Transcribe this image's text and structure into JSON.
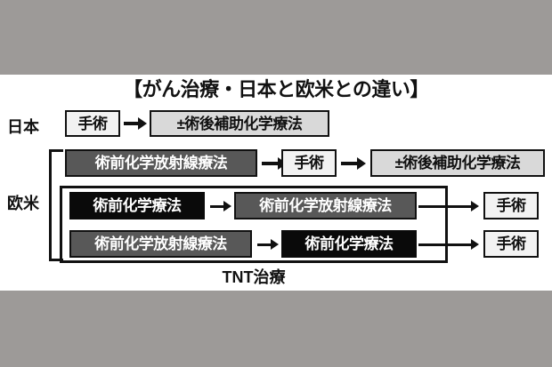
{
  "figure": {
    "title": "【がん治療・日本と欧米との違い】",
    "tnt_label": "TNT治療",
    "colors": {
      "band": "#9d9a98",
      "background": "#ffffff",
      "ink": "#111111",
      "box_light": "#f2f2f2",
      "box_lightgray": "#d9d9d9",
      "box_gray": "#585858",
      "box_black": "#0a0a0a"
    },
    "rows": [
      {
        "label": "日本",
        "steps": [
          "手術",
          "±術後補助化学療法"
        ]
      },
      {
        "label": "欧米",
        "steps": [
          "術前化学放射線療法",
          "手術",
          "±術後補助化学療法"
        ]
      },
      {
        "label": "",
        "steps": [
          "術前化学療法",
          "術前化学放射線療法",
          "手術"
        ]
      },
      {
        "label": "",
        "steps": [
          "術前化学放射線療法",
          "術前化学療法",
          "手術"
        ]
      }
    ],
    "boxes": {
      "r1_surgery": "手術",
      "r1_adjuvant": "±術後補助化学療法",
      "r2_neoadj_crt": "術前化学放射線療法",
      "r2_surgery": "手術",
      "r2_adjuvant": "±術後補助化学療法",
      "r3_neoadj_chemo": "術前化学療法",
      "r3_neoadj_crt": "術前化学放射線療法",
      "r3_surgery": "手術",
      "r4_neoadj_crt": "術前化学放射線療法",
      "r4_neoadj_chemo": "術前化学療法",
      "r4_surgery": "手術"
    }
  }
}
